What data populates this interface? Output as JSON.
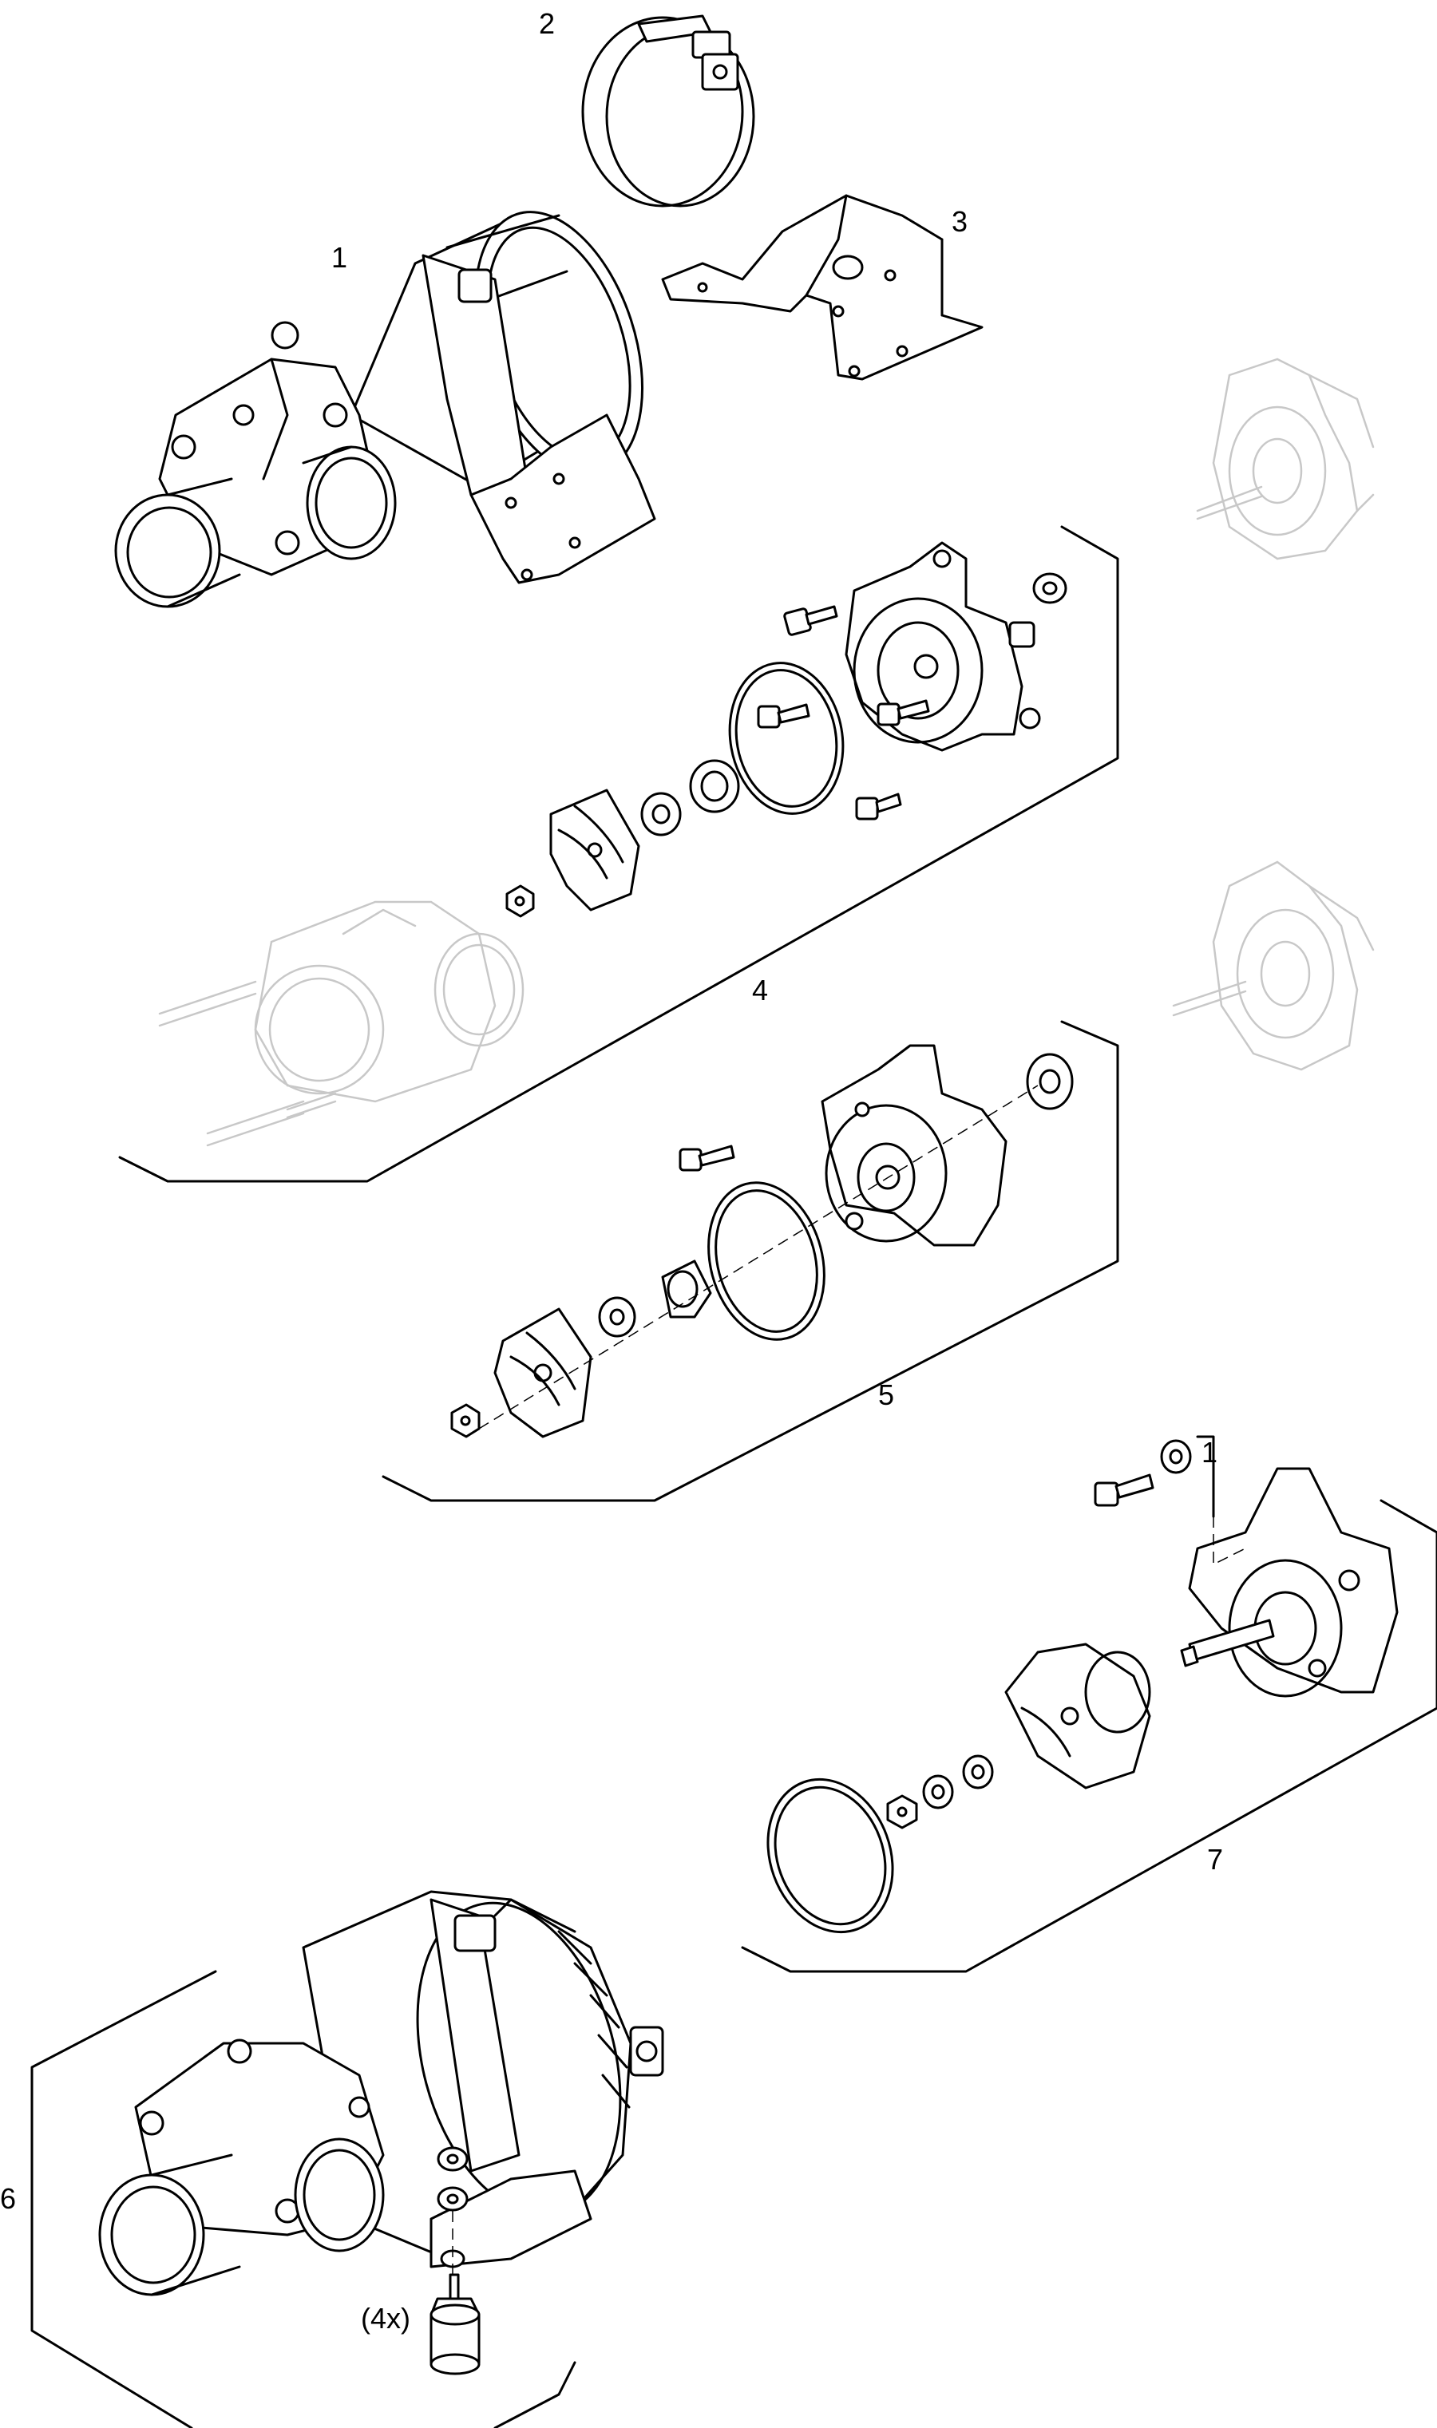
{
  "labels": {
    "l1": "1",
    "l2": "2",
    "l3": "3",
    "l4": "4",
    "l5": "5",
    "l6": "6",
    "l7": "7",
    "qty": "(4x)",
    "ref1": "1"
  }
}
